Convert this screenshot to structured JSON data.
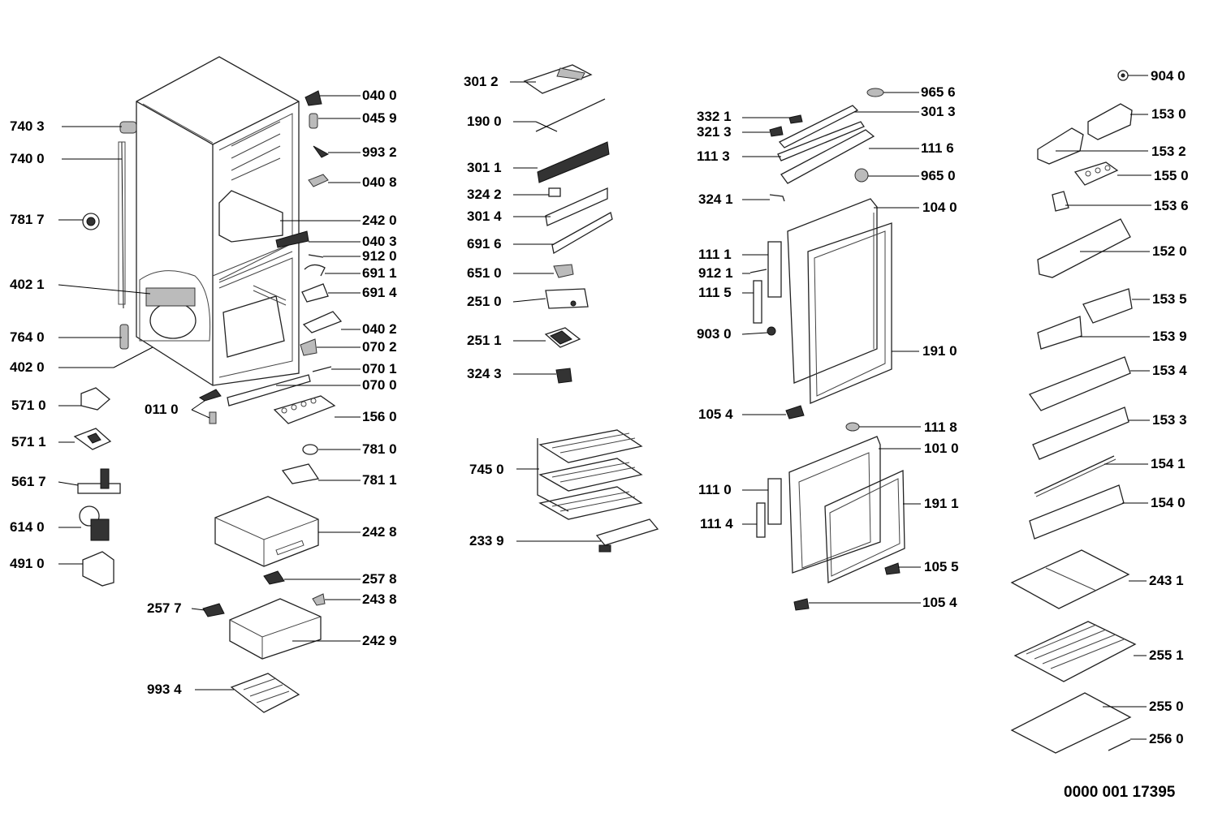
{
  "document_number": "0000 001 17395",
  "callouts": {
    "c7403": "740 3",
    "c7400": "740 0",
    "c7817": "781 7",
    "c4021": "402 1",
    "c7640": "764 0",
    "c4020": "402 0",
    "c5710": "571 0",
    "c5711": "571 1",
    "c5617": "561 7",
    "c6140": "614 0",
    "c4910": "491 0",
    "c0400": "040 0",
    "c0459": "045 9",
    "c9932": "993 2",
    "c0408": "040 8",
    "c2420": "242 0",
    "c0403": "040 3",
    "c9120": "912 0",
    "c6911": "691 1",
    "c6914": "691 4",
    "c0402": "040 2",
    "c0702": "070 2",
    "c0701": "070 1",
    "c0700": "070 0",
    "c0110": "011 0",
    "c1560": "156 0",
    "c7810": "781 0",
    "c7811": "781 1",
    "c2428": "242 8",
    "c2578": "257 8",
    "c2438": "243 8",
    "c2577": "257 7",
    "c2429": "242 9",
    "c9934": "993 4",
    "c3012": "301 2",
    "c1900": "190 0",
    "c3011": "301 1",
    "c3242": "324 2",
    "c3014": "301 4",
    "c6916": "691 6",
    "c6510": "651 0",
    "c2510": "251 0",
    "c2511": "251 1",
    "c3243": "324 3",
    "c7450": "745 0",
    "c2339": "233 9",
    "c3321": "332 1",
    "c3213": "321 3",
    "c1113": "111 3",
    "c3241": "324 1",
    "c1111": "111 1",
    "c9121": "912 1",
    "c1115": "111 5",
    "c9030": "903 0",
    "c1054a": "105 4",
    "c1110": "111 0",
    "c1114": "111 4",
    "c9656": "965 6",
    "c3013": "301 3",
    "c1116": "111 6",
    "c9650": "965 0",
    "c1040": "104 0",
    "c1910": "191 0",
    "c1118": "111 8",
    "c1010": "101 0",
    "c1911": "191 1",
    "c1055": "105 5",
    "c1054b": "105 4",
    "c9040": "904 0",
    "c1530": "153 0",
    "c1532": "153 2",
    "c1550": "155 0",
    "c1536": "153 6",
    "c1520": "152 0",
    "c1535": "153 5",
    "c1539": "153 9",
    "c1534": "153 4",
    "c1533": "153 3",
    "c1541": "154 1",
    "c1540": "154 0",
    "c2431": "243 1",
    "c2551": "255 1",
    "c2550": "255 0",
    "c2560": "256 0"
  }
}
